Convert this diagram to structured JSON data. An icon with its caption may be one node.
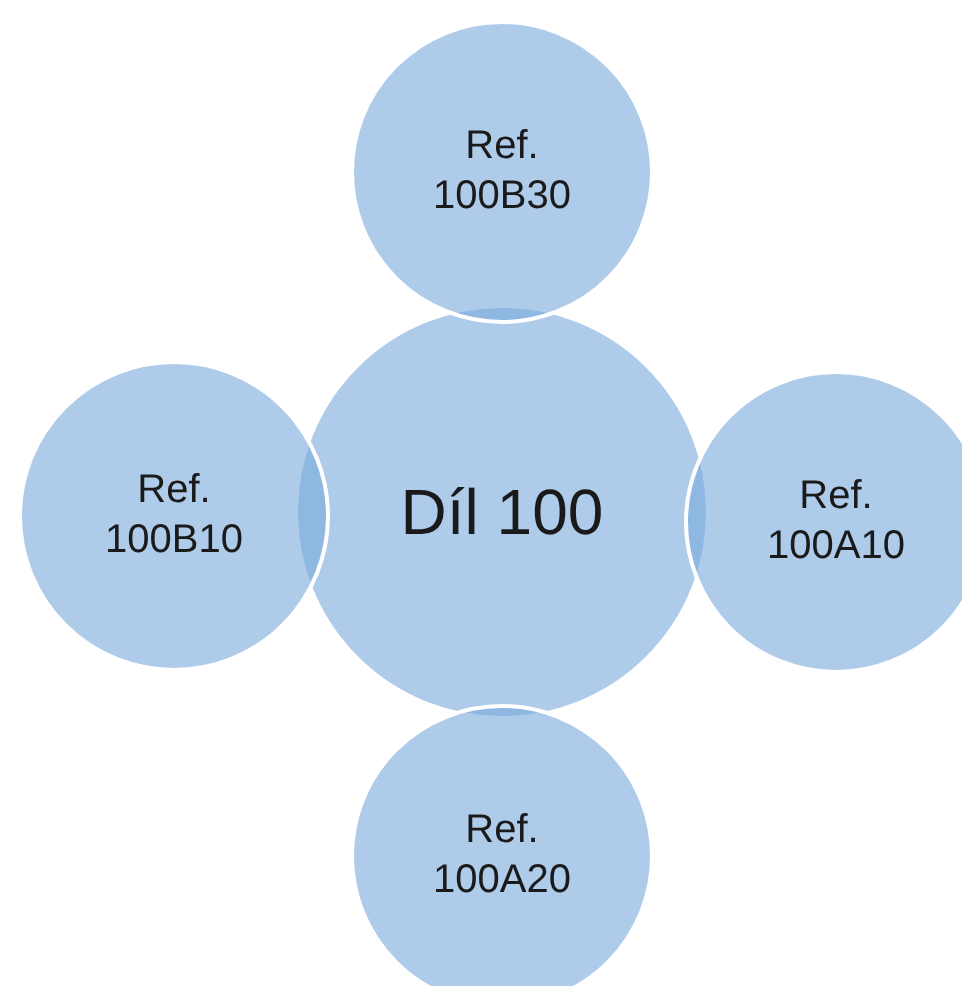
{
  "diagram": {
    "nodes": [
      {
        "text": [
          "Díl 100"
        ]
      },
      {
        "text": [
          "Ref. 100B30"
        ]
      },
      {
        "text": [
          "Ref. 100B10"
        ]
      },
      {
        "text": [
          "Ref. 100A10"
        ]
      },
      {
        "text": [
          "Ref. 100A20"
        ]
      }
    ]
  }
}
